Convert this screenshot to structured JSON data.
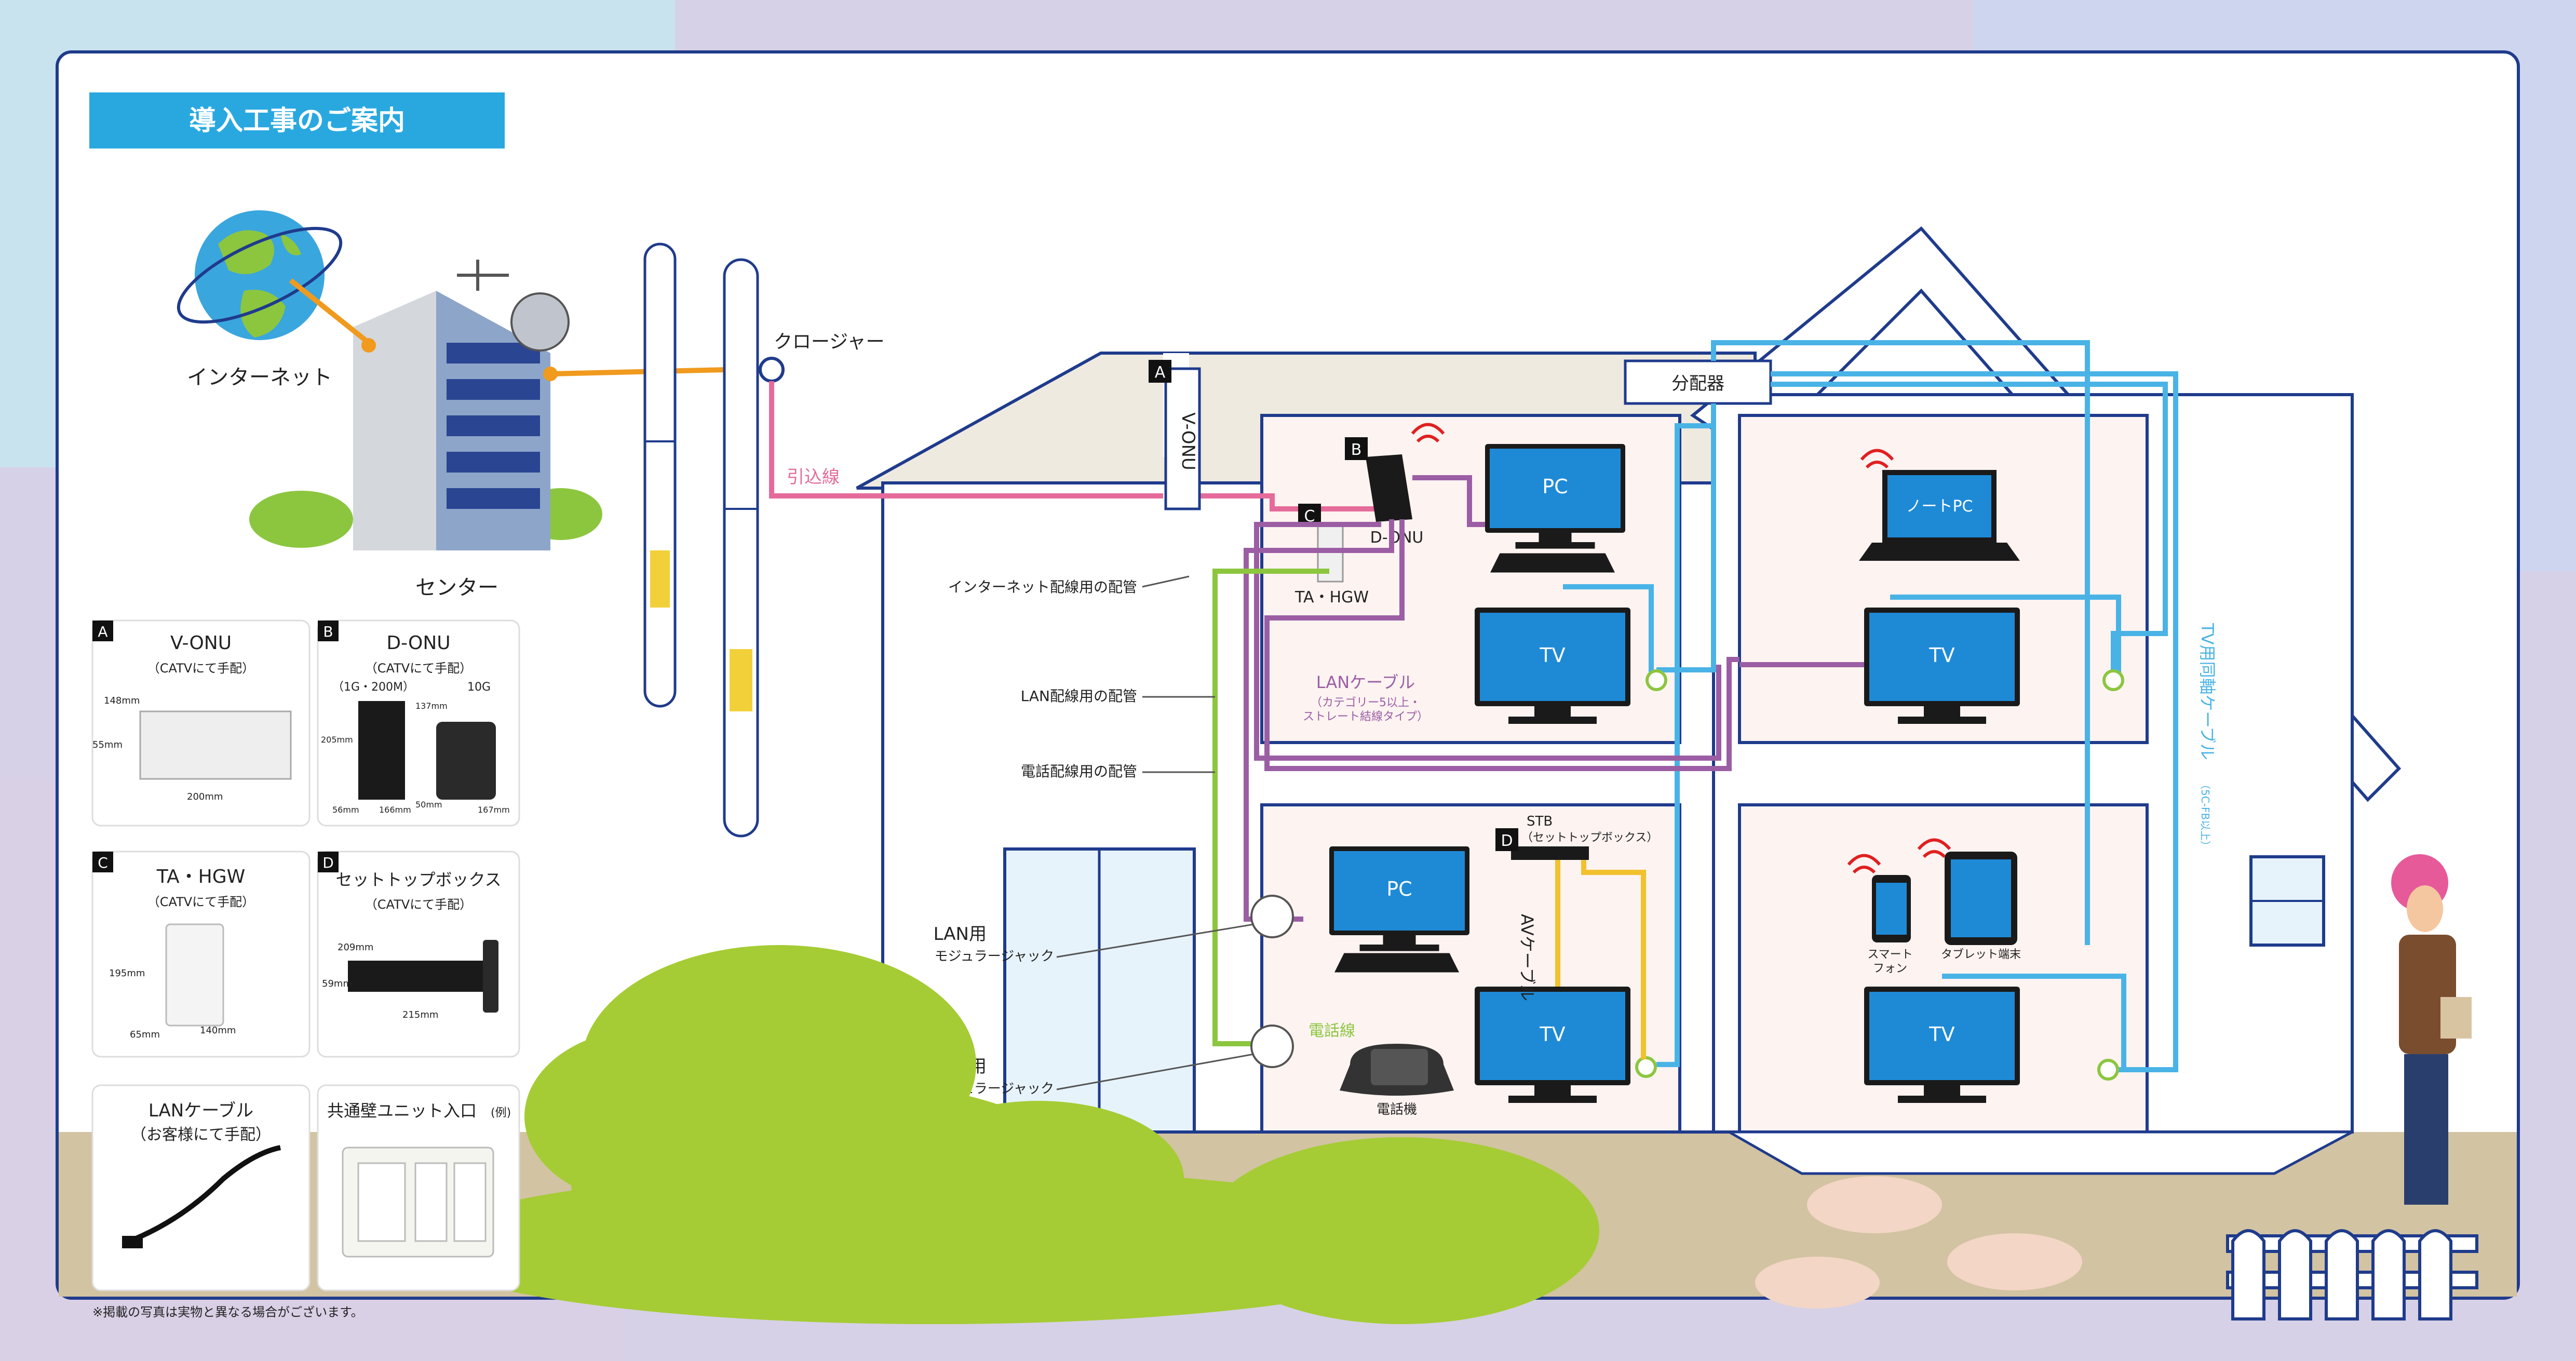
{
  "header": {
    "title": "導入工事のご案内"
  },
  "labels": {
    "internet": "インターネット",
    "center": "センター",
    "closure": "クロージャー",
    "drop_line": "引込線",
    "splitter": "分配器",
    "internet_conduit": "インターネット配線用の配管",
    "lan_conduit": "LAN配線用の配管",
    "phone_conduit": "電話配線用の配管",
    "lan_cable": "LANケーブル",
    "lan_cable_note1": "（カテゴリー5以上・",
    "lan_cable_note2": "ストレート結線タイプ）",
    "lan_jack1": "LAN用",
    "lan_jack2": "モジュラージャック",
    "phone_jack1": "電話用",
    "phone_jack2": "モジュラージャック",
    "phone_line": "電話線",
    "phone": "電話機",
    "stb1": "STB",
    "stb2": "（セットトップボックス）",
    "av_cable": "AVケーブル",
    "tv_coax": "TV用同軸ケーブル",
    "tv_coax_note": "（5C-FB以上）",
    "vonu": "V-ONU",
    "donu": "D-ONU",
    "tahgw": "TA・HGW",
    "pc": "PC",
    "tv": "TV",
    "notepc": "ノートPC",
    "smartphone1": "スマート",
    "smartphone2": "フォン",
    "tablet": "タブレット端末",
    "footnote": "※掲載の写真は実物と異なる場合がございます。"
  },
  "markers": {
    "a": "A",
    "b": "B",
    "c": "C",
    "d": "D"
  },
  "cards": {
    "a": {
      "letter": "A",
      "title": "V-ONU",
      "subtitle": "（CATVにて手配）",
      "dims": [
        "148mm",
        "55mm",
        "200mm"
      ]
    },
    "b": {
      "letter": "B",
      "title": "D-ONU",
      "subtitle": "（CATVにて手配）",
      "sub1": "（1G・200M）",
      "sub2": "10G",
      "dims": [
        "205mm",
        "56mm",
        "166mm",
        "137mm",
        "50mm",
        "167mm"
      ]
    },
    "c": {
      "letter": "C",
      "title": "TA・HGW",
      "subtitle": "（CATVにて手配）",
      "dims": [
        "195mm",
        "65mm",
        "140mm"
      ]
    },
    "d": {
      "letter": "D",
      "title": "セットトップボックス",
      "subtitle": "（CATVにて手配）",
      "dims": [
        "209mm",
        "59mm",
        "215mm"
      ]
    },
    "lan": {
      "title1": "LANケーブル",
      "title2": "（お客様にて手配）"
    },
    "wall": {
      "title": "共通壁ユニット入口",
      "suffix": "(例)"
    }
  },
  "colors": {
    "accent_blue": "#29a8e0",
    "drop_line": "#e46b9a",
    "fiber": "#f09a1e",
    "lan": "#9b5ea4",
    "phone": "#8cc63f",
    "coax": "#4ab3e6",
    "av": "#f2c12e",
    "frame": "#1f3b8c"
  }
}
